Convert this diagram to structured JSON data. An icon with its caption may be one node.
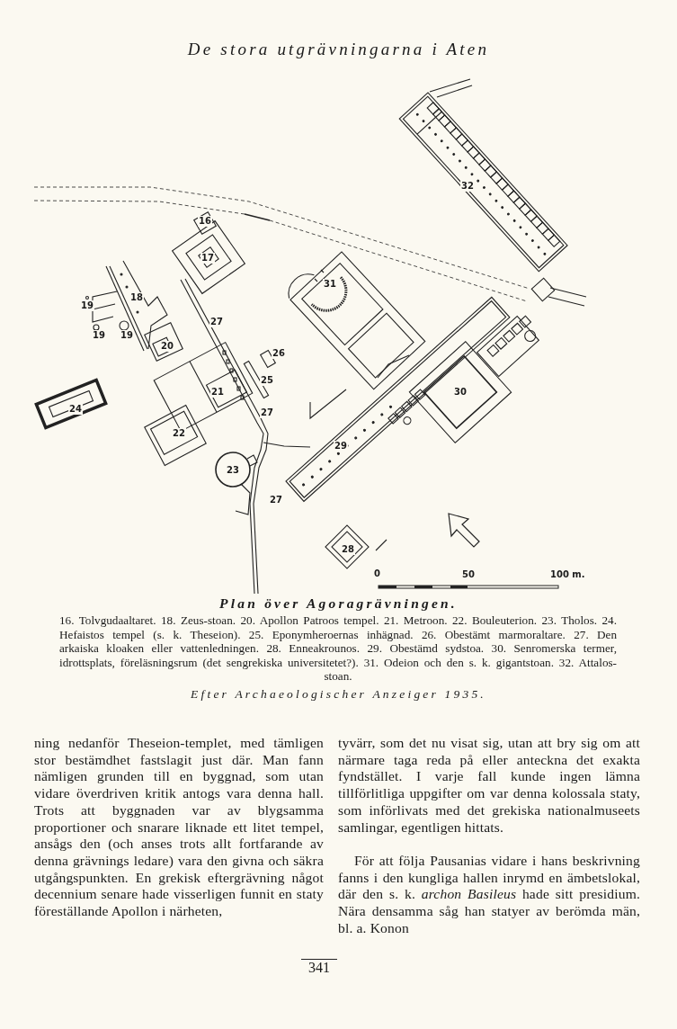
{
  "diagram": {
    "title": "De stora utgrävningarna i Aten",
    "caption": "Plan över Agoragrävningen.",
    "labels": [
      "32",
      "16",
      "17",
      "31",
      "18",
      "19",
      "27",
      "19",
      "19",
      "20",
      "26",
      "25",
      "21",
      "30",
      "24",
      "27",
      "22",
      "29",
      "23",
      "27",
      "28",
      "0",
      "50",
      "100 m.",
      "16. Tolvgudaaltaret. 18. Zeus-stoan. 20. Apollon Patroos tempel. 21. Metroon. 22. Bouleuterion. 23. Tholos. 24. Hefaistos tempel (s. k. Theseion). 25. Eponymheroernas inhägnad. 26. Obestämt marmoraltare. 27. Den arkaiska kloaken eller vattenledningen. 28. Enneakrounos. 29. Obestämd sydstoa. 30. Senromerska termer, idrottsplats, föreläsningsrum (det sengrekiska universitetet?). 31. Odeion och den s. k. gigantstoan. 32. Attalos-stoan.",
      "Efter Archaeologischer Anzeiger 1935.",
      "ning nedanför Theseion-templet, med tämligen stor bestämdhet fastslagit just där. Man fann nämligen grunden till en byggnad, som utan vidare överdriven kritik antogs vara denna hall. Trots att byggnaden var av blygsamma proportioner och snarare liknade ett litet tempel, ansågs den (och anses trots allt fortfarande av denna grävnings ledare) vara den givna och säkra utgångspunkten. En grekisk eftergrävning något decennium senare hade visserligen funnit en staty föreställande Apollon i närheten,",
      "tyvärr, som det nu visat sig, utan att bry sig om att närmare taga reda på eller anteckna det exakta fyndstället. I varje fall kunde ingen lämna tillförlitliga uppgifter om var denna kolossala staty, som införlivats med det grekiska nationalmuseets samlingar, egentligen hittats.",
      "För att följa Pausanias vidare i hans beskrivning fanns i den kungliga hallen inrymd en ämbetslokal, där den s. k. *archon Basileus* hade sitt presidium. Nära densamma såg han statyer av berömda män, bl. a. Konon",
      "341"
    ]
  }
}
